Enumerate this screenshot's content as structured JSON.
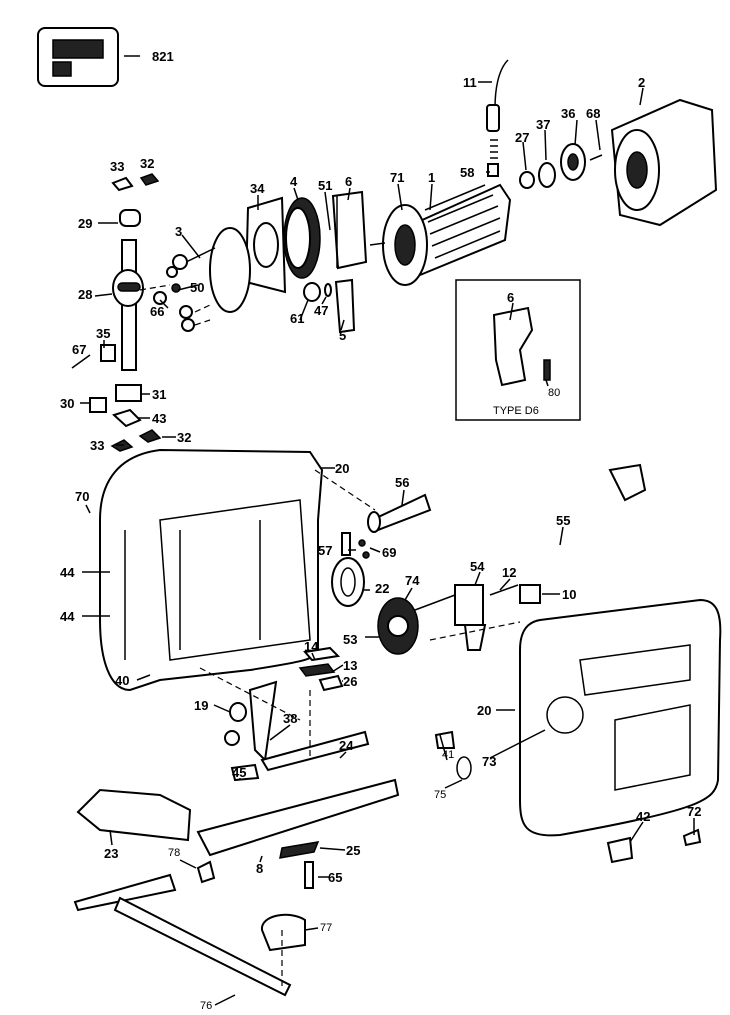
{
  "diagram": {
    "labels": [
      "821",
      "11",
      "2",
      "36",
      "68",
      "37",
      "27",
      "58",
      "71",
      "1",
      "6",
      "51",
      "4",
      "34",
      "33",
      "32",
      "29",
      "3",
      "28",
      "50",
      "66",
      "61",
      "47",
      "5",
      "6",
      "80",
      "TYPE D6",
      "35",
      "67",
      "31",
      "30",
      "43",
      "32",
      "33",
      "20",
      "70",
      "56",
      "55",
      "57",
      "69",
      "44",
      "54",
      "12",
      "10",
      "22",
      "74",
      "44",
      "53",
      "14",
      "13",
      "26",
      "40",
      "19",
      "20",
      "38",
      "24",
      "41",
      "73",
      "45",
      "75",
      "42",
      "72",
      "23",
      "78",
      "25",
      "8",
      "65",
      "77",
      "76"
    ]
  }
}
